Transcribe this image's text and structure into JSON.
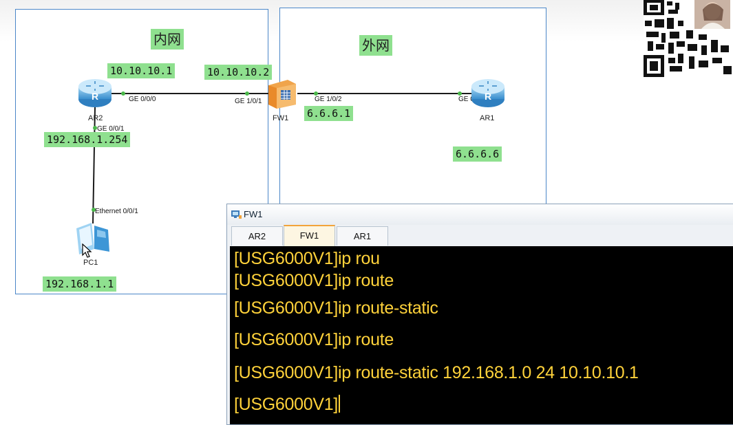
{
  "topology": {
    "areas": {
      "inner": {
        "title": "内网"
      },
      "outer": {
        "title": "外网"
      }
    },
    "devices": {
      "ar2": {
        "name": "AR2"
      },
      "fw1": {
        "name": "FW1"
      },
      "ar1": {
        "name": "AR1"
      },
      "pc1": {
        "name": "PC1"
      }
    },
    "ports": {
      "ar2_ge000": "GE 0/0/0",
      "ar2_ge001": "GE 0/0/1",
      "fw1_ge101": "GE 1/0/1",
      "fw1_ge102": "GE 1/0/2",
      "ar1_ge000": "GE 0/0/0",
      "pc1_eth": "Ethernet 0/0/1"
    },
    "ip_labels": {
      "ar2_ge000": "10.10.10.1",
      "fw1_ge101": "10.10.10.2",
      "fw1_ge102": "6.6.6.1",
      "ar1": "6.6.6.6",
      "ar2_ge001": "192.168.1.254",
      "pc1": "192.168.1.1"
    },
    "colors": {
      "label_bg": "#8fe08f",
      "area_border": "#4a86c8",
      "link": "#1a1a1a",
      "port_dot": "#4bb84b"
    }
  },
  "console": {
    "title": "FW1",
    "icon": "terminal-icon",
    "tabs": [
      {
        "label": "AR2",
        "active": false
      },
      {
        "label": "FW1",
        "active": true
      },
      {
        "label": "AR1",
        "active": false
      }
    ],
    "lines": [
      "[USG6000V1]ip rou",
      "[USG6000V1]ip route",
      "[USG6000V1]ip route-static",
      "[USG6000V1]ip route",
      "[USG6000V1]ip route-static 192.168.1.0 24 10.10.10.1",
      "[USG6000V1]"
    ],
    "colors": {
      "background": "#000000",
      "text": "#ffd23a",
      "active_tab_accent": "#f2a33a"
    }
  }
}
